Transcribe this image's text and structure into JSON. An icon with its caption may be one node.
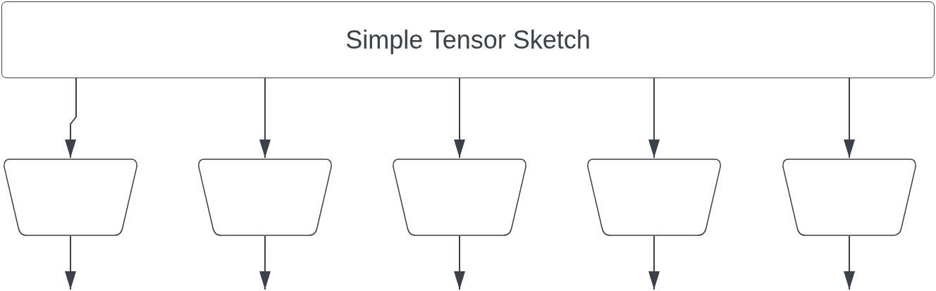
{
  "diagram": {
    "nodes": [
      {
        "text": [
          "Simple Tensor Sketch"
        ]
      },
      {
        "text": [],
        "shape": "trapezoid"
      },
      {
        "text": [],
        "shape": "trapezoid"
      },
      {
        "text": [],
        "shape": "trapezoid"
      },
      {
        "text": [],
        "shape": "trapezoid"
      },
      {
        "text": [],
        "shape": "trapezoid"
      }
    ],
    "edges": [
      {
        "from": 0,
        "to": 1,
        "arrow": "to"
      },
      {
        "from": 0,
        "to": 2,
        "arrow": "to"
      },
      {
        "from": 0,
        "to": 3,
        "arrow": "to"
      },
      {
        "from": 0,
        "to": 4,
        "arrow": "to"
      },
      {
        "from": 0,
        "to": 5,
        "arrow": "to"
      },
      {
        "from": 1,
        "to": null,
        "arrow": "to"
      },
      {
        "from": 2,
        "to": null,
        "arrow": "to"
      },
      {
        "from": 3,
        "to": null,
        "arrow": "to"
      },
      {
        "from": 4,
        "to": null,
        "arrow": "to"
      },
      {
        "from": 5,
        "to": null,
        "arrow": "to"
      }
    ]
  }
}
